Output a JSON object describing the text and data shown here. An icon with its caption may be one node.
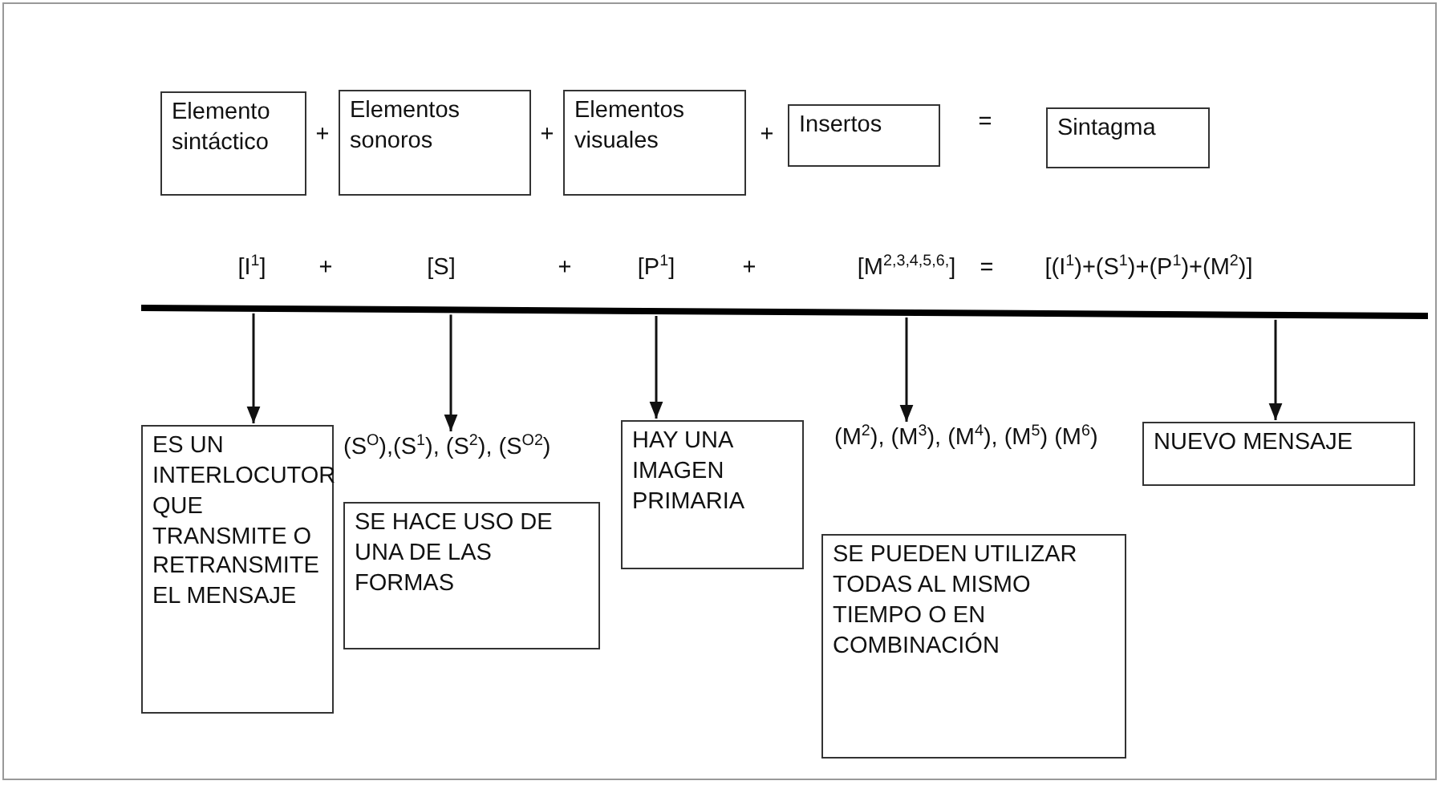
{
  "diagram": {
    "nodes": [
      {
        "text": [
          "Elemento sintáctico"
        ]
      },
      {
        "text": [
          "Elementos sonoros"
        ]
      },
      {
        "text": [
          "Elementos visuales"
        ]
      },
      {
        "text": [
          "Insertos"
        ]
      },
      {
        "text": [
          "Sintagma"
        ]
      },
      {
        "text": [],
        "shape": "bar"
      },
      {
        "text": [
          "ES UN INTERLOCUTOR QUE TRANSMITE O RETRANSMITE EL MENSAJE"
        ]
      },
      {
        "text": [
          "(S$^{O}$),(S$^{1}$), (S$^{2}$), (S$^{O2}$)"
        ]
      },
      {
        "text": [
          "SE HACE USO DE UNA DE LAS FORMAS"
        ]
      },
      {
        "text": [
          "HAY UNA IMAGEN PRIMARIA"
        ]
      },
      {
        "text": [
          "(M$^{2}$), (M$^{3}$), (M$^{4}$), (M$^{5}$) (M$^{6}$)"
        ]
      },
      {
        "text": [
          "SE PUEDEN UTILIZAR TODAS AL MISMO TIEMPO O EN COMBINACIÓN"
        ]
      },
      {
        "text": [
          "NUEVO MENSAJE"
        ]
      }
    ],
    "edges": [
      {
        "from": 5,
        "to": 6,
        "arrow": "to"
      },
      {
        "from": 5,
        "to": 7,
        "arrow": "to"
      },
      {
        "from": 5,
        "to": 9,
        "arrow": "to"
      },
      {
        "from": 5,
        "to": 10,
        "arrow": "to"
      },
      {
        "from": 5,
        "to": 12,
        "arrow": "to"
      }
    ],
    "labels": [
      "+",
      "+",
      "+",
      "=",
      "[I$^{1}$]",
      "+",
      "[S]",
      "+",
      "[P$^{1}$]",
      "+",
      "[M$^{2,3,4,5,6,}$]",
      "=",
      "[(I$^{1}$)+(S$^{1}$)+(P$^{1}$)+(M$^{2}$)]"
    ]
  }
}
